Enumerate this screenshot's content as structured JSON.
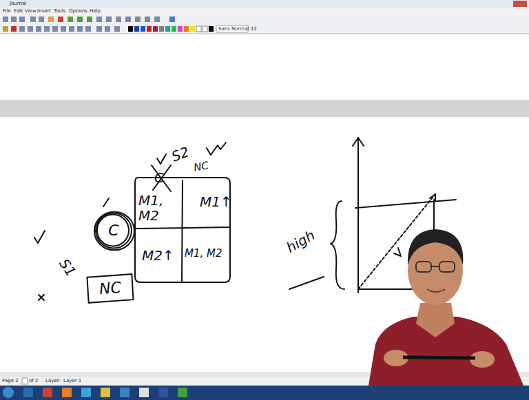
{
  "diagram": {
    "nodes": [
      {
        "text": [
          "C"
        ]
      },
      {
        "text": [
          "NC"
        ]
      }
    ],
    "labels": [
      "Journal",
      "File",
      "Edit",
      "View",
      "Insert",
      "Tools",
      "Options",
      "Help",
      "Sans Normal",
      "12",
      "Page 2",
      "of 2",
      "Layer:",
      "Layer 1",
      "S2",
      "NC",
      "C",
      "S1",
      "M1, M2",
      "M1↑",
      "M2↑",
      "M1, M2",
      "high"
    ]
  }
}
